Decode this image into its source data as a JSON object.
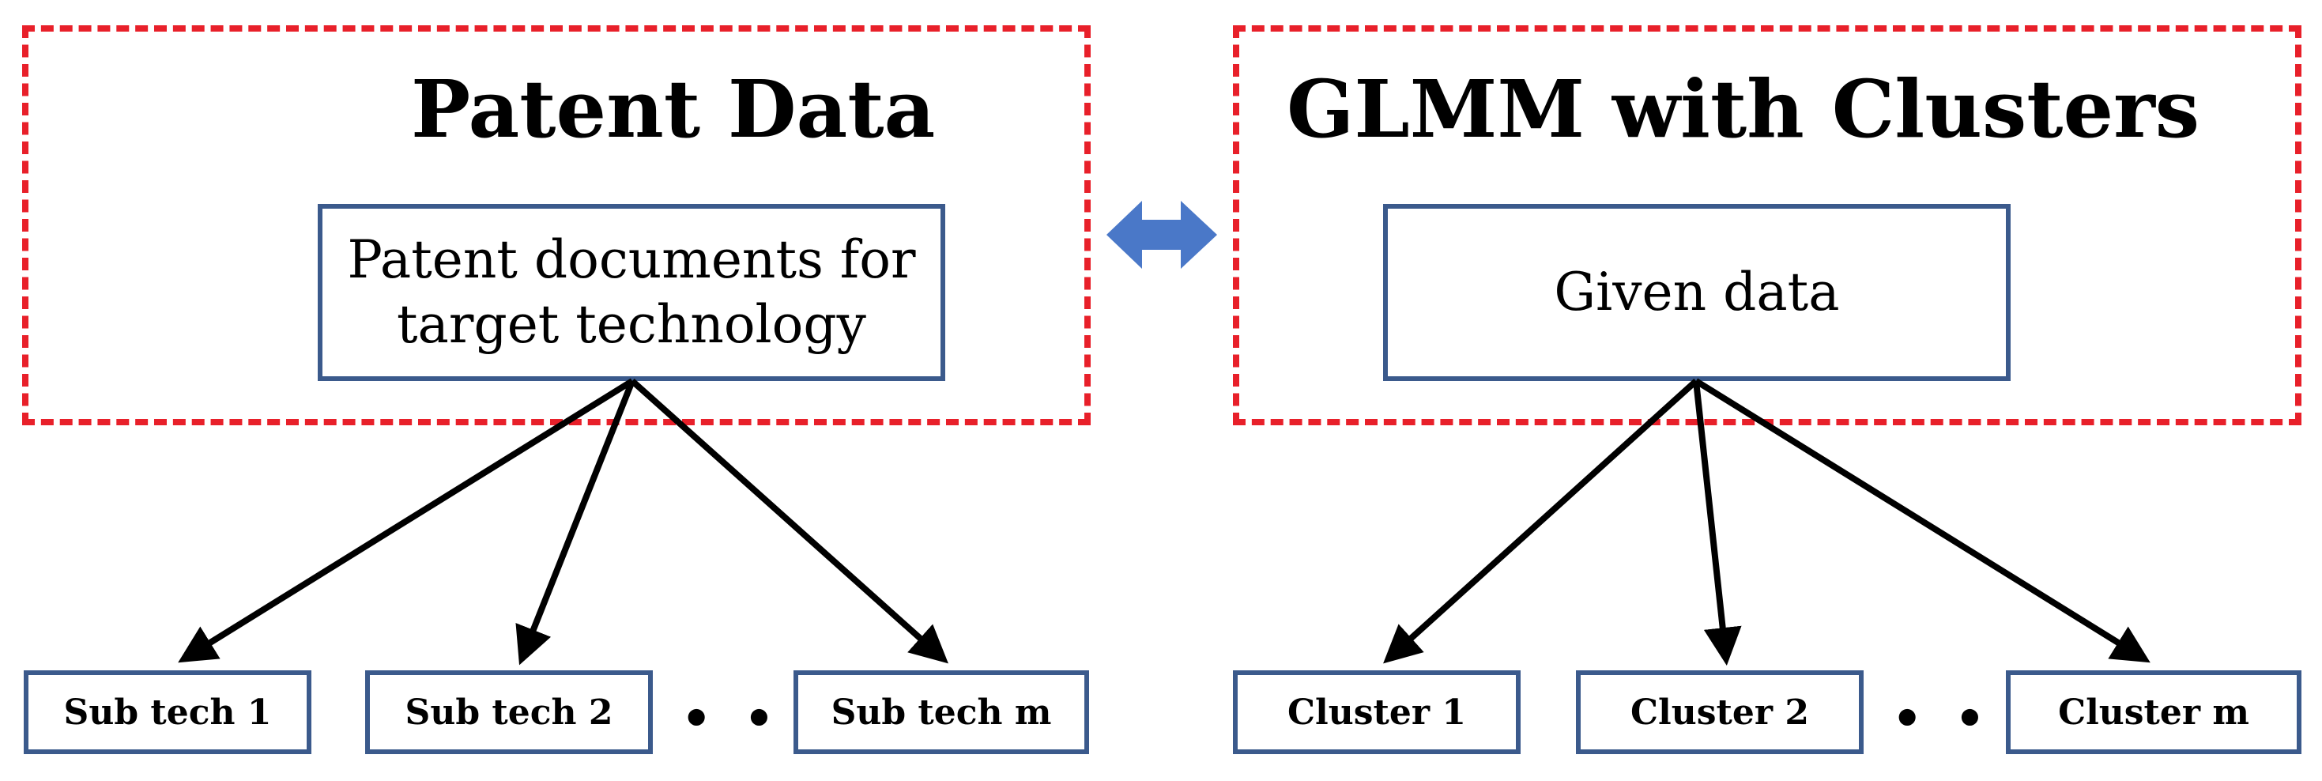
{
  "left_panel": {
    "title": "Patent Data",
    "main_node": [
      "Patent documents for",
      "target technology"
    ],
    "children": [
      "Sub tech 1",
      "Sub tech 2",
      "Sub tech m"
    ],
    "ellipsis": "• • •"
  },
  "right_panel": {
    "title": "GLMM with Clusters",
    "main_node": "Given data",
    "children": [
      "Cluster 1",
      "Cluster 2",
      "Cluster m"
    ],
    "ellipsis": "• • •"
  },
  "connector": {
    "type": "double-headed-arrow",
    "color": "#4a78c8"
  },
  "colors": {
    "dashed_border": "#e8202a",
    "node_border": "#3b5a8c",
    "edge": "#000000"
  }
}
